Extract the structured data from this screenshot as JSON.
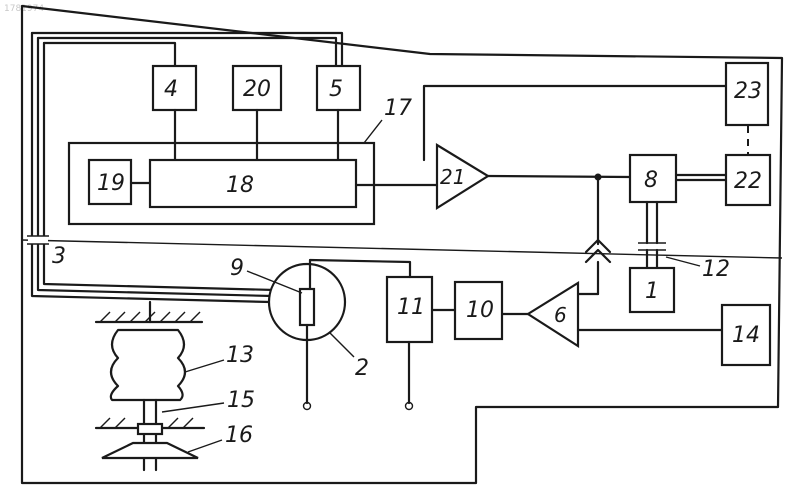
{
  "watermark": "1781974",
  "labels": {
    "b4": "4",
    "b20": "20",
    "b5": "5",
    "b17": "17",
    "b19": "19",
    "b18": "18",
    "b21": "21",
    "b23": "23",
    "b8": "8",
    "b22": "22",
    "b3": "3",
    "b9": "9",
    "b11": "11",
    "b10": "10",
    "b6": "6",
    "b1": "1",
    "b12": "12",
    "b14": "14",
    "b13": "13",
    "b2": "2",
    "b15": "15",
    "b16": "16"
  }
}
